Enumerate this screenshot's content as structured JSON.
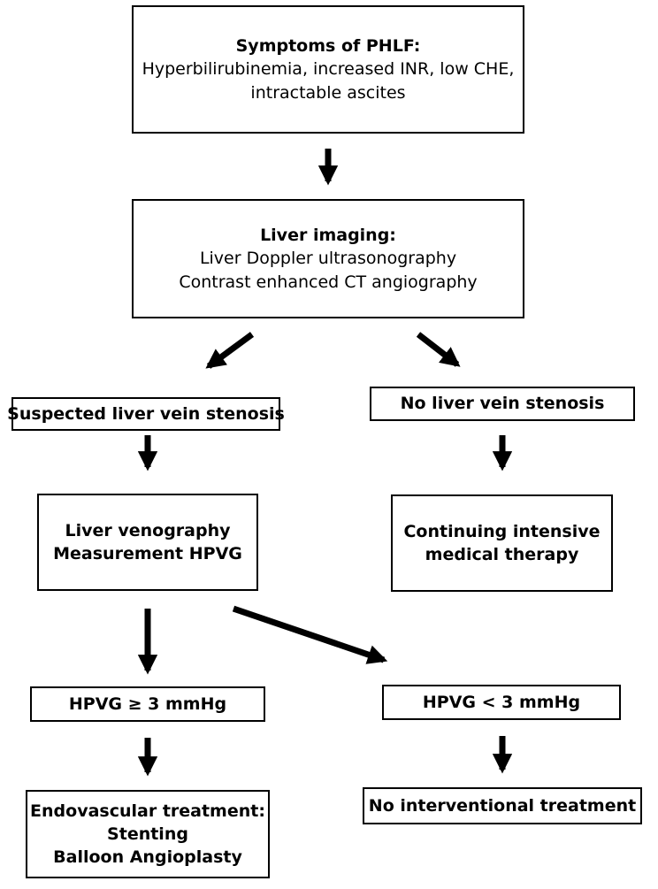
{
  "nodes": {
    "symptoms": {
      "title": "Symptoms of PHLF:",
      "line1": "Hyperbilirubinemia, increased INR, low CHE,",
      "line2": "intractable ascites"
    },
    "imaging": {
      "title": "Liver imaging:",
      "line1": "Liver Doppler ultrasonography",
      "line2": "Contrast enhanced CT angiography"
    },
    "suspected": {
      "title": "Suspected liver vein stenosis"
    },
    "no_stenosis": {
      "title": "No liver vein stenosis"
    },
    "venography": {
      "title": "Liver venography",
      "line1": "Measurement HPVG"
    },
    "intensive": {
      "title": "Continuing intensive",
      "line1": "medical therapy"
    },
    "hpvg_high": {
      "title": "HPVG ≥ 3 mmHg"
    },
    "hpvg_low": {
      "title": "HPVG < 3 mmHg"
    },
    "endovascular": {
      "title": "Endovascular treatment:",
      "line1": "Stenting",
      "line2": "Balloon Angioplasty"
    },
    "no_intervention": {
      "title": "No interventional treatment"
    }
  },
  "edges": [
    {
      "from": "symptoms",
      "to": "imaging"
    },
    {
      "from": "imaging",
      "to": "suspected"
    },
    {
      "from": "imaging",
      "to": "no_stenosis"
    },
    {
      "from": "suspected",
      "to": "venography"
    },
    {
      "from": "no_stenosis",
      "to": "intensive"
    },
    {
      "from": "venography",
      "to": "hpvg_high"
    },
    {
      "from": "venography",
      "to": "hpvg_low"
    },
    {
      "from": "hpvg_high",
      "to": "endovascular"
    },
    {
      "from": "hpvg_low",
      "to": "no_intervention"
    }
  ]
}
